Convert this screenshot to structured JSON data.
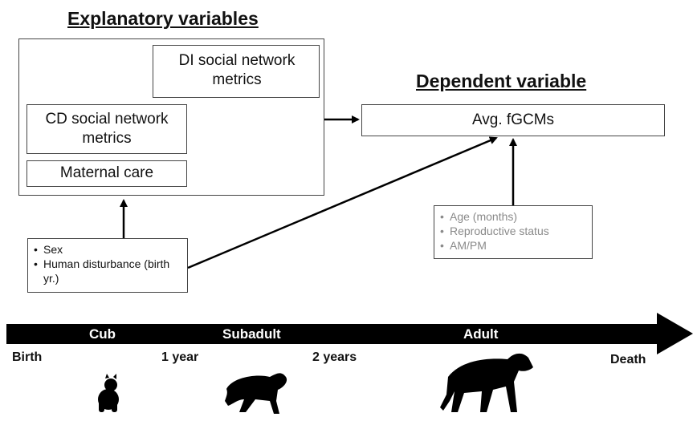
{
  "headings": {
    "explanatory": "Explanatory variables",
    "dependent": "Dependent variable"
  },
  "boxes": {
    "di_metrics": "DI social network metrics",
    "cd_metrics": "CD social network metrics",
    "maternal_care": "Maternal care",
    "avg_fgcms": "Avg. fGCMs"
  },
  "explanatory_covariates": [
    "Sex",
    "Human disturbance (birth yr.)"
  ],
  "control_covariates": [
    "Age (months)",
    "Reproductive status",
    "AM/PM"
  ],
  "timeline": {
    "stages": [
      "Cub",
      "Subadult",
      "Adult"
    ],
    "ticks": [
      "Birth",
      "1 year",
      "2 years",
      "Death"
    ]
  },
  "icons": [
    "cub-silhouette-icon",
    "subadult-hyena-silhouette-icon",
    "adult-hyena-silhouette-icon"
  ],
  "colors": {
    "bar": "#000000",
    "box_border": "#444444",
    "grey_text": "#8a8a8a"
  }
}
